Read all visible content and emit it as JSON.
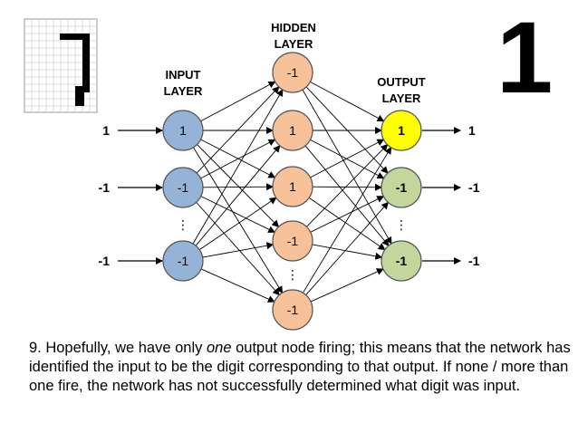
{
  "labels": {
    "input_layer": "INPUT\nLAYER",
    "hidden_layer": "HIDDEN\nLAYER",
    "output_layer": "OUTPUT\nLAYER",
    "recognized_digit": "1",
    "ellipsis": "⋮"
  },
  "input_signals": [
    "1",
    "-1",
    "-1"
  ],
  "input_nodes": [
    "1",
    "-1",
    "-1"
  ],
  "hidden_nodes": [
    "-1",
    "1",
    "1",
    "-1",
    "-1"
  ],
  "output_nodes": [
    "1",
    "-1",
    "-1"
  ],
  "output_signals": [
    "1",
    "-1",
    "-1"
  ],
  "colors": {
    "input": "#94b3d6",
    "hidden": "#f7c29a",
    "output_active": "#ffff00",
    "output": "#c3d69b",
    "grid_line": "#d9d9d9",
    "stroke": "#555555"
  },
  "caption": {
    "part1": "9. Hopefully, we have only ",
    "emphasis": "one",
    "part2": " output node firing; this means that the network has identified the input to be the digit corresponding to that output. If none / more than one fire, the network has not successfully determined what digit was input."
  }
}
